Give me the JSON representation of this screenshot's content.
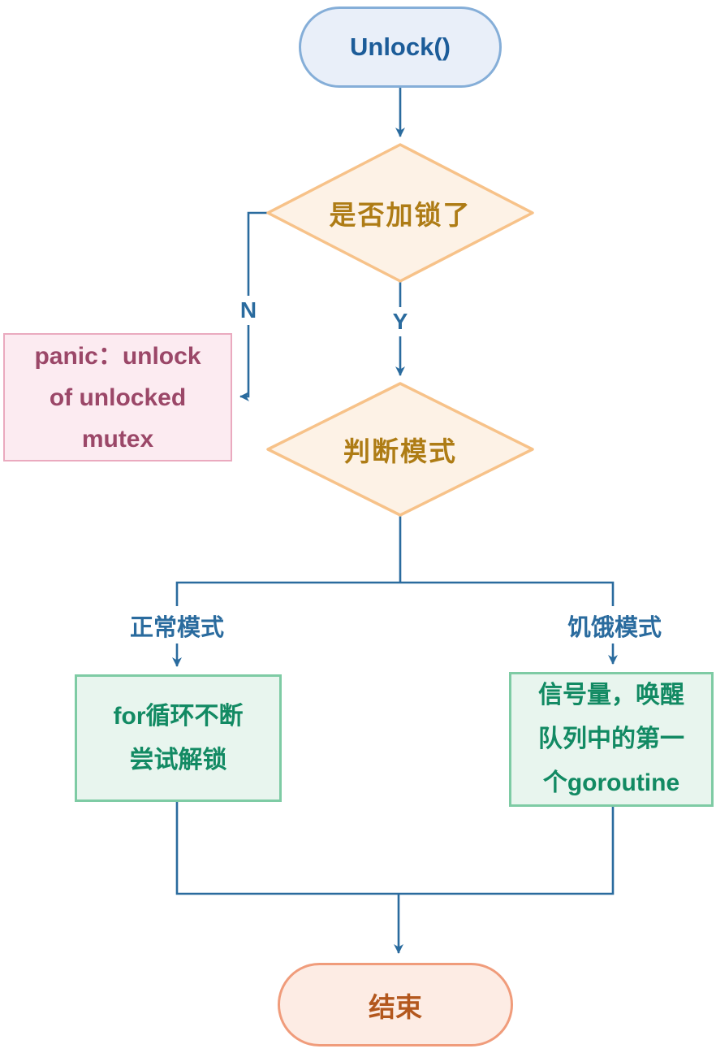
{
  "title": "Unlock() flowchart",
  "colors": {
    "connector": "#2a6b9e",
    "start_fill": "#e9eff9",
    "start_border": "#85aed8",
    "start_text": "#1c5c99",
    "decision_fill": "#fdf2e6",
    "decision_border": "#f7c289",
    "decision_text": "#ae7c15",
    "panic_fill": "#fcebf1",
    "panic_border": "#eaaabf",
    "panic_text": "#9b4768",
    "process_fill": "#e8f5ee",
    "process_border": "#7ecba4",
    "process_text": "#128a63",
    "end_fill": "#fdece4",
    "end_border": "#f09c7b",
    "end_text": "#b3571d",
    "label_text": "#2a6b9e"
  },
  "nodes": {
    "start": {
      "label": "Unlock()"
    },
    "decision_locked": {
      "label": "是否加锁了"
    },
    "panic": {
      "lines": [
        "panic：unlock",
        "of unlocked",
        "mutex"
      ]
    },
    "decision_mode": {
      "label": "判断模式"
    },
    "normal_process": {
      "lines": [
        "for循环不断",
        "尝试解锁"
      ]
    },
    "starvation_process": {
      "lines": [
        "信号量，唤醒",
        "队列中的第一",
        "个goroutine"
      ]
    },
    "end": {
      "label": "结束"
    }
  },
  "edges": {
    "no_label": "N",
    "yes_label": "Y",
    "normal_label": "正常模式",
    "starvation_label": "饥饿模式"
  }
}
